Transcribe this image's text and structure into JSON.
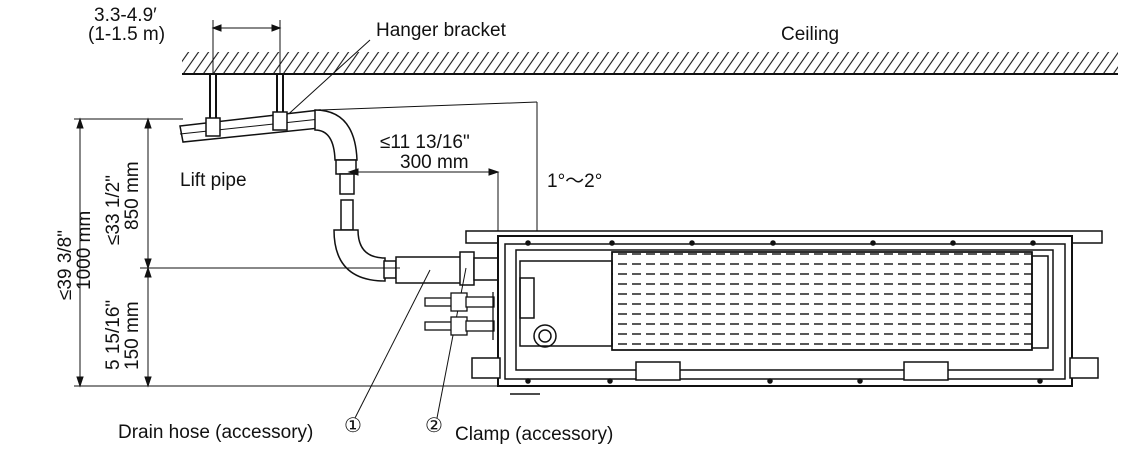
{
  "labels": {
    "ceiling": "Ceiling",
    "hanger_bracket": "Hanger bracket",
    "spacing_ft": "3.3-4.9′",
    "spacing_m": "(1-1.5 m)",
    "lift_pipe": "Lift pipe",
    "distance_in": "≤11 13/16\"",
    "distance_mm": "300 mm",
    "slope": "1°～2°",
    "max_height_in": "≤39 3/8\"",
    "max_height_mm": "1000 mm",
    "lift_height_in": "≤33 1/2\"",
    "lift_height_mm": "850 mm",
    "base_height_in": "5 15/16\"",
    "base_height_mm": "150 mm",
    "drain_hose": "Drain hose (accessory)",
    "drain_hose_num": "①",
    "clamp": "Clamp (accessory)",
    "clamp_num": "②"
  },
  "colors": {
    "line": "#111111",
    "background": "#ffffff"
  }
}
